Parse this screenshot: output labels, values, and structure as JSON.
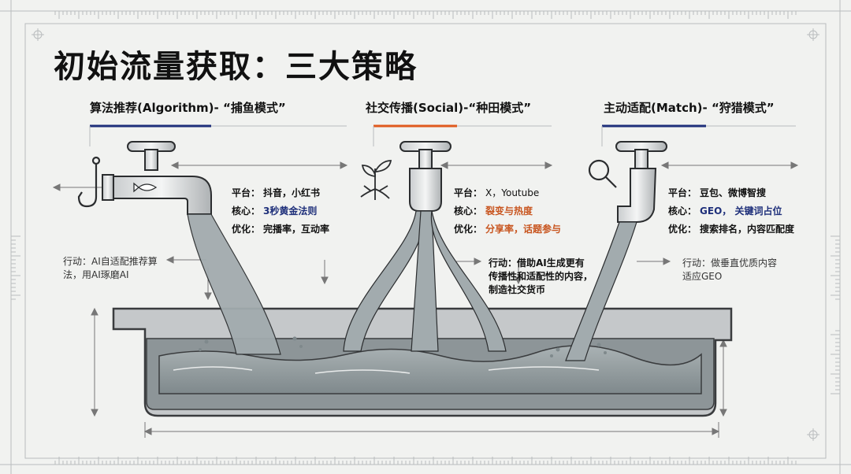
{
  "title": "初始流量获取：三大策略",
  "colors": {
    "accent_blue": "#1e2f7a",
    "accent_orange": "#e05a1e",
    "value_orange": "#c8551f",
    "water": "#7f8a8e"
  },
  "sections": [
    {
      "heading": "算法推荐(Algorithm)- “捕鱼模式”",
      "icon": "fishing-hook-icon",
      "platform_label": "平台：",
      "platform_value": "抖音，小红书",
      "core_label": "核心：",
      "core_value": "3秒黄金法则",
      "optimize_label": "优化：",
      "optimize_value": "完播率，互动率",
      "action_line1": "行动：AI自适配推荐算",
      "action_line2": "法，用AI琢磨AI"
    },
    {
      "heading": "社交传播(Social)-“种田模式”",
      "icon": "sprout-icon",
      "platform_label": "平台：",
      "platform_value": "X，Youtube",
      "core_label": "核心：",
      "core_value": "裂变与热度",
      "optimize_label": "优化：",
      "optimize_value": "分享率，话题参与",
      "action_line1": "行动：借助AI生成更有",
      "action_line2": "传播性和适配性的内容，",
      "action_line3": "制造社交货币"
    },
    {
      "heading": "主动适配(Match)- “狩猎模式”",
      "icon": "magnifier-icon",
      "platform_label": "平台：",
      "platform_value": "豆包、微博智搜",
      "core_label": "核心：",
      "core_value": "GEO， 关键词占位",
      "optimize_label": "优化：",
      "optimize_value": "搜索排名，内容匹配度",
      "action_line1": "行动：做垂直优质内容",
      "action_line2": "适应GEO"
    }
  ]
}
